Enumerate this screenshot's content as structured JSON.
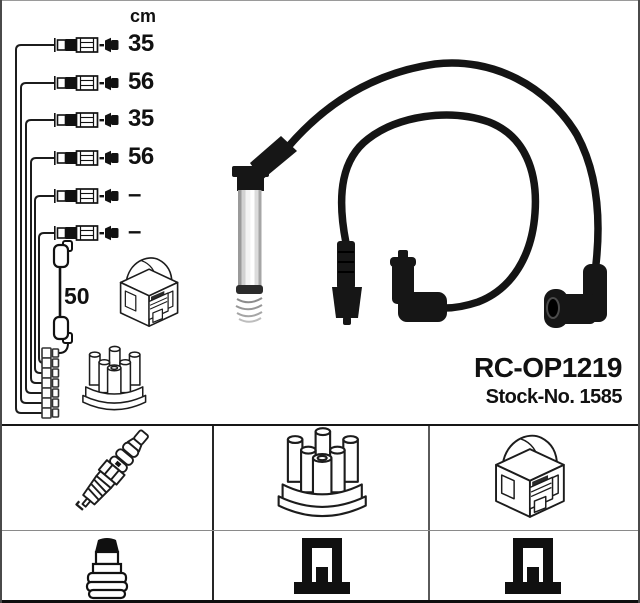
{
  "product": {
    "part_number": "RC-OP1219",
    "stock_line": "Stock-No. 1585"
  },
  "diagram": {
    "unit_label": "cm",
    "wire_lengths": [
      "35",
      "56",
      "35",
      "56",
      "–",
      "–"
    ],
    "coil_wire_length": "50",
    "icons": [
      "plug-wire-connector",
      "distributor-stub",
      "coil-wire-elbow",
      "ignition-coil",
      "distributor-cap"
    ]
  },
  "photo": {
    "icons": [
      "spark-plug-boot-metal-sleeve",
      "spring",
      "long-ignition-cable",
      "looped-ignition-cable",
      "straight-connector",
      "angled-boot",
      "angled-socket-boot"
    ]
  },
  "legend": {
    "row1": [
      "spark-plug",
      "distributor-cap",
      "ignition-coil"
    ],
    "row2": [
      "spark-plug-terminal",
      "distributor-terminal",
      "distributor-terminal"
    ]
  },
  "colors": {
    "line": "#1a1a1a",
    "cable": "#141414",
    "background": "#ffffff",
    "border": "#4a4a4a"
  }
}
